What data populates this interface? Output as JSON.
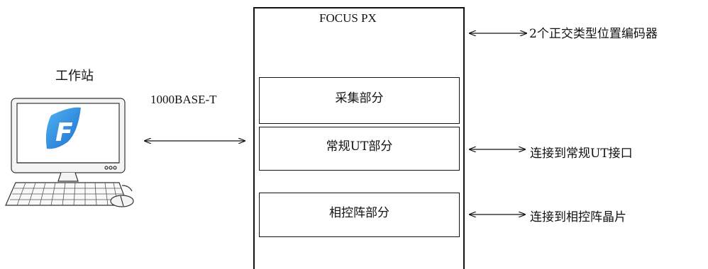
{
  "workstation": {
    "label": "工作站",
    "logo_letter": "F"
  },
  "link": {
    "label": "1000BASE-T"
  },
  "device": {
    "title": "FOCUS PX",
    "sections": {
      "acquisition": "采集部分",
      "conventional_ut": "常规UT部分",
      "phased_array": "相控阵部分"
    }
  },
  "connections": {
    "encoders": "2个正交类型位置编码器",
    "ut_interface": "连接到常规UT接口",
    "pa_chip": "连接到相控阵晶片"
  },
  "colors": {
    "line": "#111111",
    "logo_blue": "#1f6fd0",
    "logo_light": "#4fb3f2"
  }
}
